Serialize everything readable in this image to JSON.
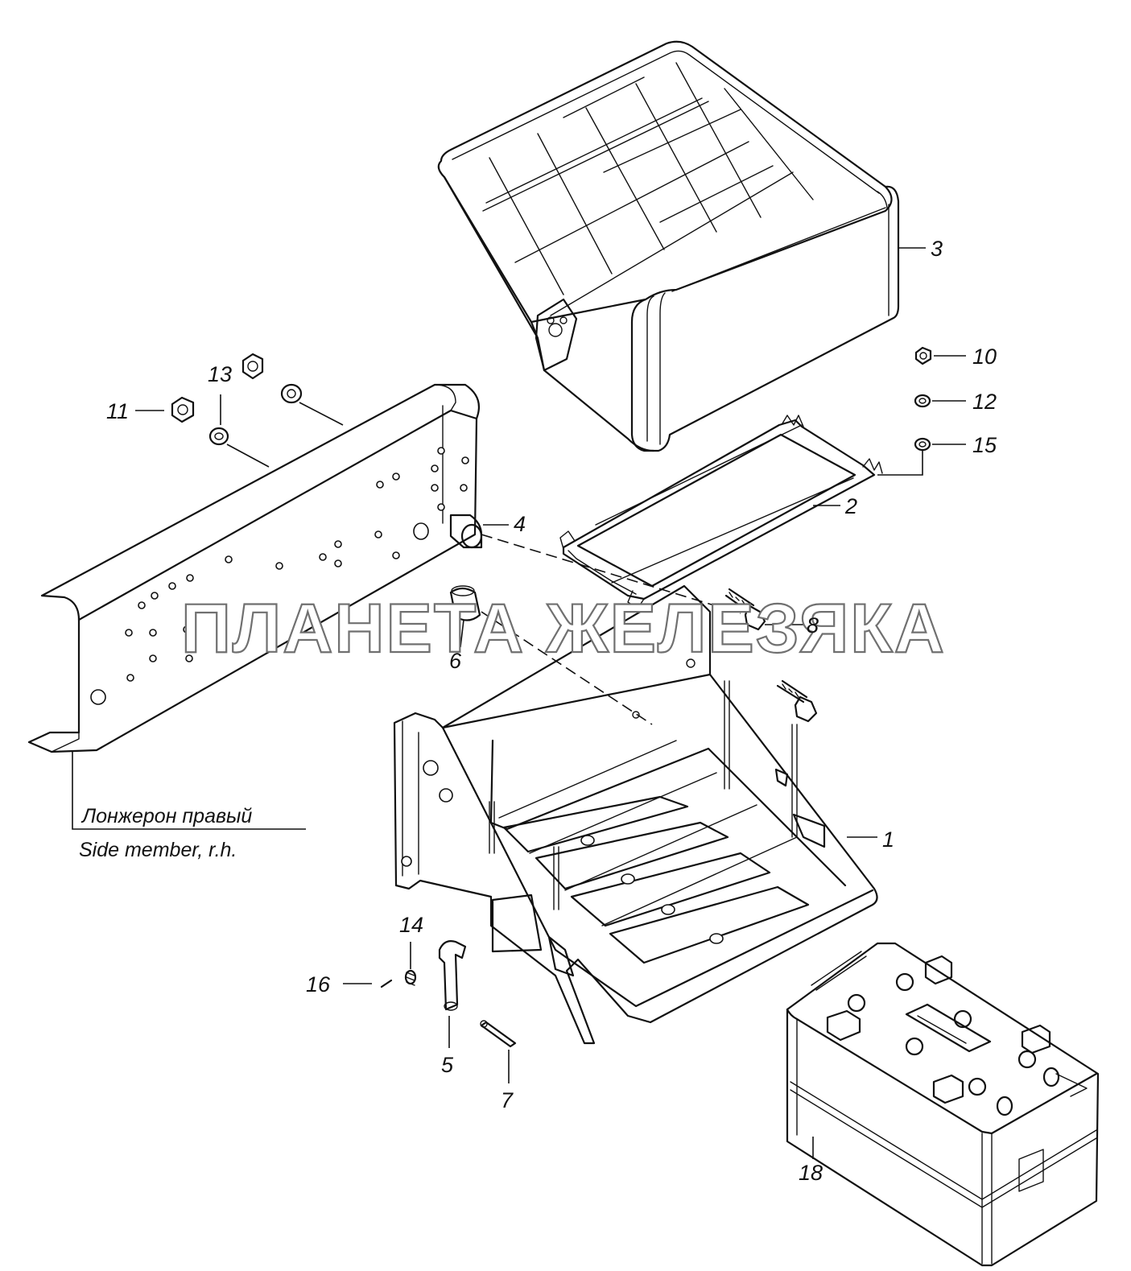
{
  "diagram": {
    "callouts": [
      {
        "id": "c1",
        "text": "1"
      },
      {
        "id": "c2",
        "text": "2"
      },
      {
        "id": "c3",
        "text": "3"
      },
      {
        "id": "c4",
        "text": "4"
      },
      {
        "id": "c5",
        "text": "5"
      },
      {
        "id": "c6",
        "text": "6"
      },
      {
        "id": "c7",
        "text": "7"
      },
      {
        "id": "c8",
        "text": "8"
      },
      {
        "id": "c10",
        "text": "10"
      },
      {
        "id": "c11",
        "text": "11"
      },
      {
        "id": "c12",
        "text": "12"
      },
      {
        "id": "c13",
        "text": "13"
      },
      {
        "id": "c14",
        "text": "14"
      },
      {
        "id": "c15",
        "text": "15"
      },
      {
        "id": "c16",
        "text": "16"
      },
      {
        "id": "c18",
        "text": "18"
      }
    ],
    "side_member_label_ru": "Лонжерон правый",
    "side_member_label_en": "Side member, r.h.",
    "watermark": "ПЛАНЕТА ЖЕЛЕЗЯКА"
  }
}
